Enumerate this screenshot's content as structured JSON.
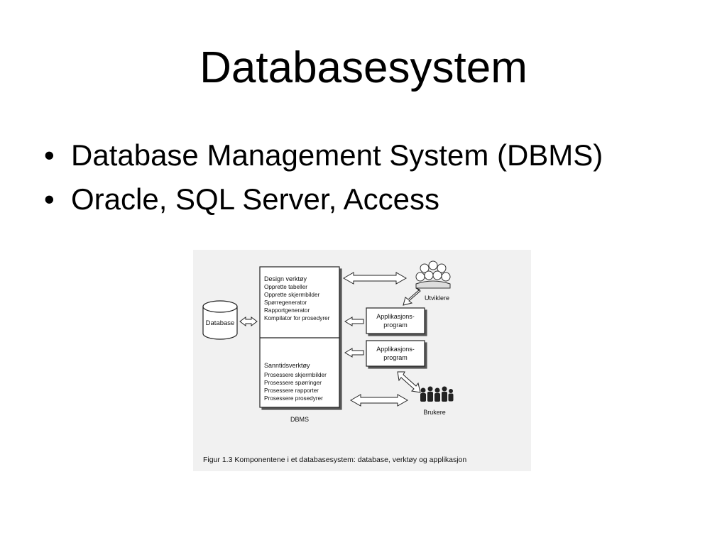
{
  "slide": {
    "title": "Databasesystem",
    "bullets": [
      "Database Management System (DBMS)",
      "Oracle, SQL Server, Access"
    ]
  },
  "figure": {
    "database_label": "Database",
    "dbms_label": "DBMS",
    "design_tools": {
      "heading": "Design verktøy",
      "items": [
        "Opprette tabeller",
        "Opprette skjermbilder",
        "Spørregenerator",
        "Rapportgenerator",
        "Kompilator for prosedyrer"
      ]
    },
    "runtime_tools": {
      "heading": "Sanntidsverktøy",
      "items": [
        "Prosessere skjermbilder",
        "Prosessere spørringer",
        "Prosessere rapporter",
        "Prosessere prosedyrer"
      ]
    },
    "app_program_1": [
      "Applikasjons-",
      "program"
    ],
    "app_program_2": [
      "Applikasjons-",
      "program"
    ],
    "developers_label": "Utviklere",
    "users_label": "Brukere",
    "caption": "Figur 1.3  Komponentene i et databasesystem: database, verktøy og applikasjon"
  }
}
